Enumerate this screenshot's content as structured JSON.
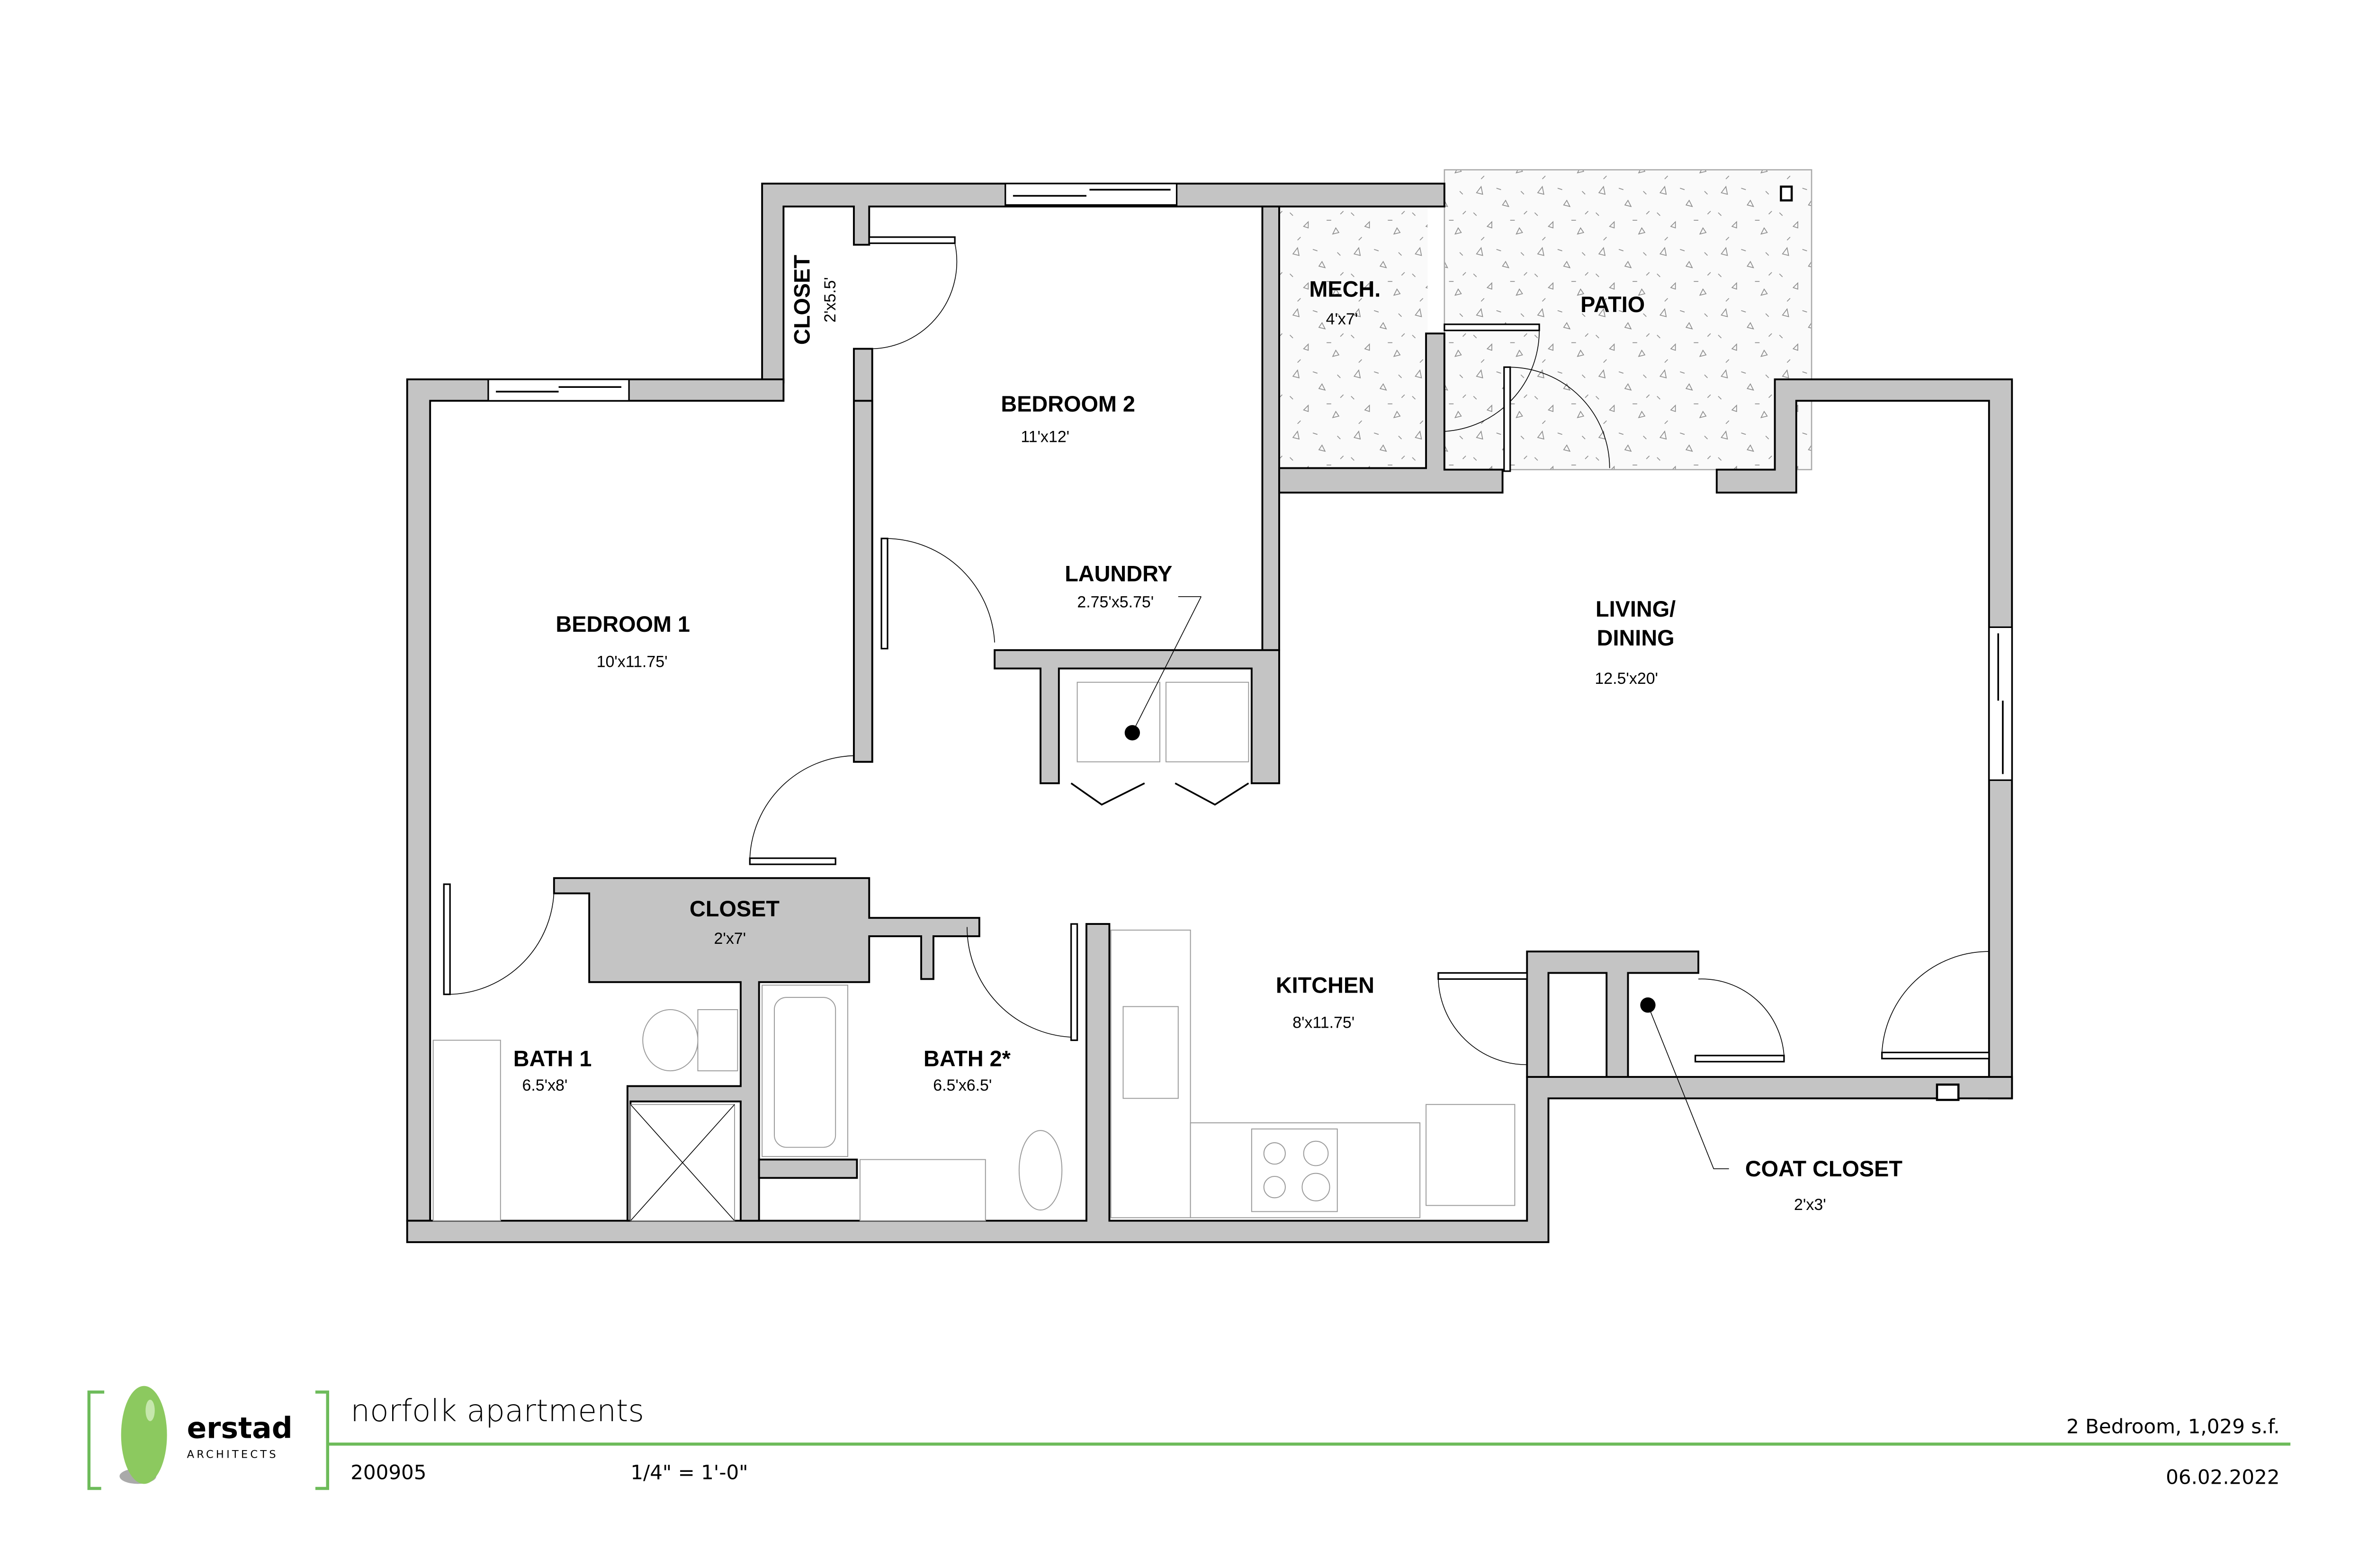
{
  "rooms": {
    "closet_bed2": {
      "name": "CLOSET",
      "dims": "2'x5.5'"
    },
    "bedroom2": {
      "name": "BEDROOM 2",
      "dims": "11'x12'"
    },
    "mech": {
      "name": "MECH.",
      "dims": "4'x7'"
    },
    "patio": {
      "name": "PATIO"
    },
    "bedroom1": {
      "name": "BEDROOM 1",
      "dims": "10'x11.75'"
    },
    "laundry": {
      "name": "LAUNDRY",
      "dims": "2.75'x5.75'"
    },
    "living": {
      "name_line1": "LIVING/",
      "name_line2": "DINING",
      "dims": "12.5'x20'"
    },
    "closet_bed1": {
      "name": "CLOSET",
      "dims": "2'x7'"
    },
    "kitchen": {
      "name": "KITCHEN",
      "dims": "8'x11.75'"
    },
    "bath1": {
      "name": "BATH 1",
      "dims": "6.5'x8'"
    },
    "bath2": {
      "name": "BATH 2*",
      "dims": "6.5'x6.5'"
    },
    "coat_closet": {
      "name": "COAT CLOSET",
      "dims": "2'x3'"
    }
  },
  "title_block": {
    "logo_name": "erstad",
    "logo_sub": "ARCHITECTS",
    "project_name": "norfolk apartments",
    "project_number": "200905",
    "scale": "1/4\" = 1'-0\"",
    "unit_type": "2 Bedroom, 1,029 s.f.",
    "date": "06.02.2022",
    "accent_color": "#6dbb5a"
  },
  "colors": {
    "wall_fill": "#c4c4c4",
    "line": "#000000",
    "background": "#ffffff"
  }
}
